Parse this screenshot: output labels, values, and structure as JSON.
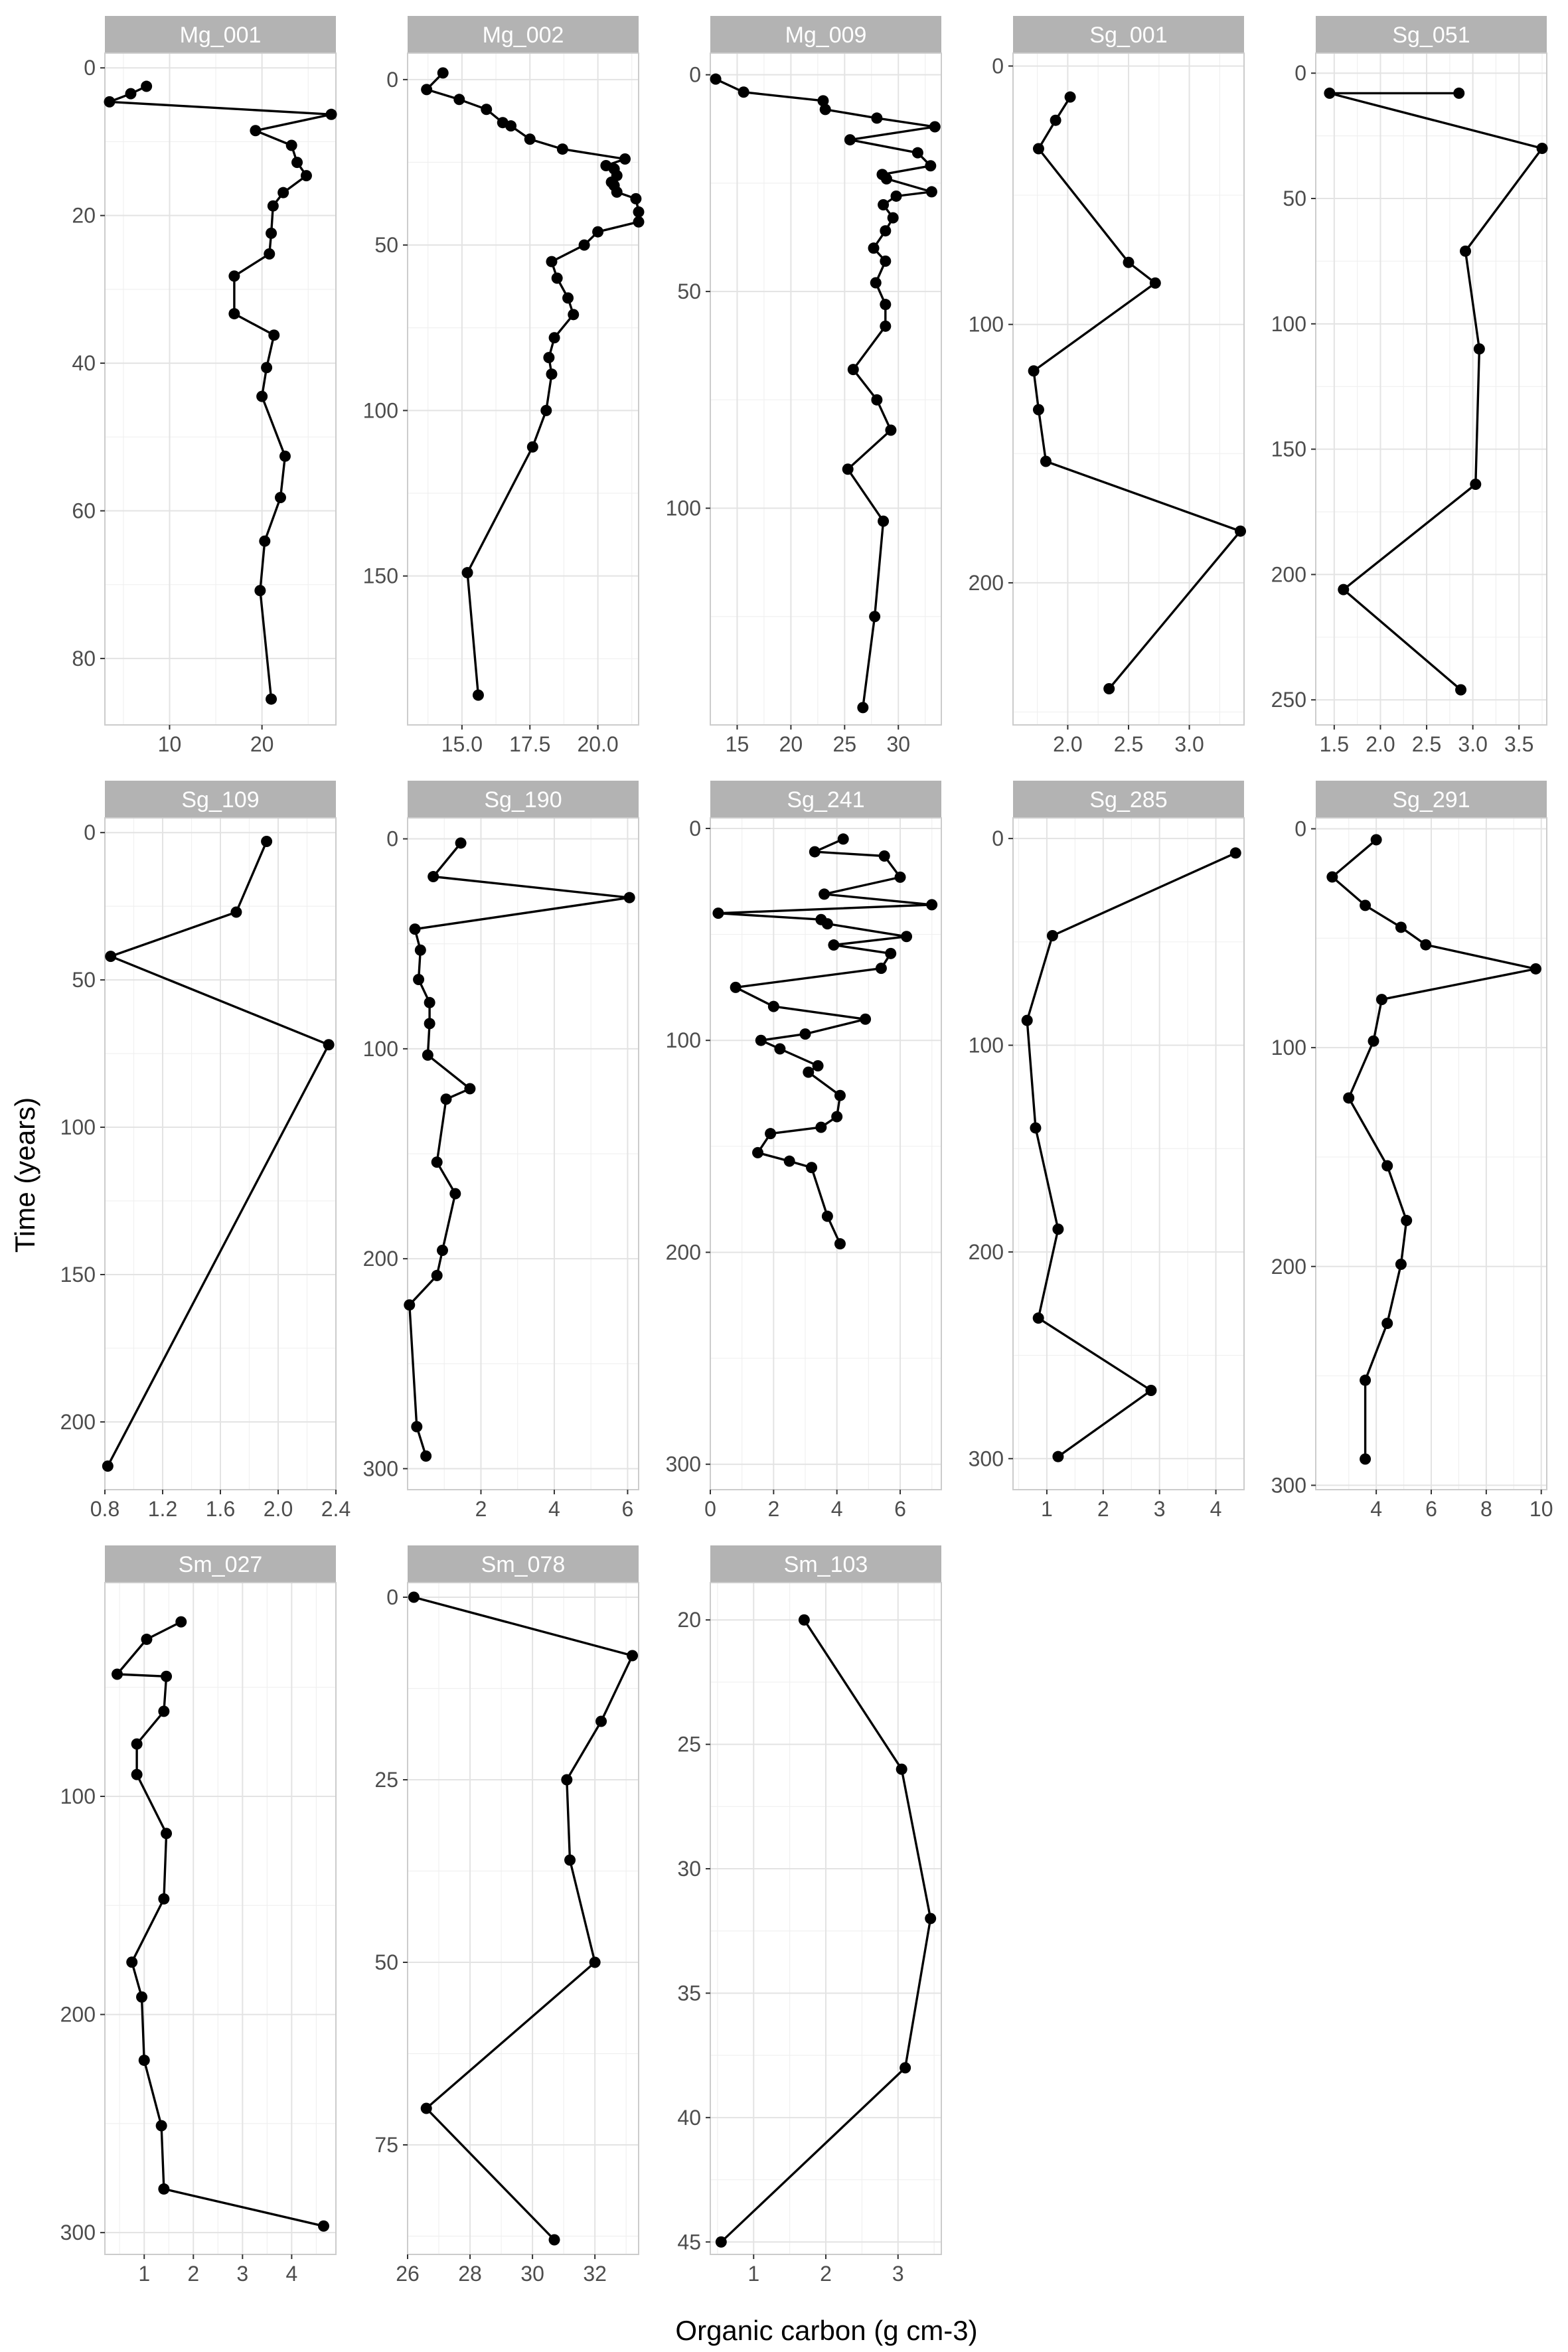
{
  "chart_data": {
    "type": "line",
    "xlabel": "Organic carbon (g cm-3)",
    "ylabel": "Time (years)",
    "y_reversed": true,
    "grid": true,
    "facets": [
      {
        "title": "Mg_001",
        "xlim": [
          3,
          28
        ],
        "ylim": [
          -2,
          89
        ],
        "xticks": [
          10,
          20
        ],
        "yticks": [
          0,
          20,
          40,
          60,
          80
        ],
        "x": [
          7.5,
          5.8,
          3.5,
          27.5,
          19.3,
          23.2,
          23.8,
          24.8,
          22.3,
          21.2,
          21.0,
          20.8,
          17.0,
          17.0,
          21.3,
          20.5,
          20.0,
          22.5,
          22.0,
          20.3,
          19.8,
          21.0
        ],
        "y": [
          2.5,
          3.5,
          4.6,
          6.3,
          8.5,
          10.5,
          12.8,
          14.6,
          16.9,
          18.7,
          22.4,
          25.2,
          28.2,
          33.3,
          36.2,
          40.6,
          44.5,
          52.6,
          58.2,
          64.1,
          70.8,
          85.5
        ]
      },
      {
        "title": "Mg_002",
        "xlim": [
          13,
          21.5
        ],
        "ylim": [
          -8,
          195
        ],
        "xticks": [
          15.0,
          17.5,
          20.0
        ],
        "yticks": [
          0,
          50,
          100,
          150
        ],
        "x": [
          14.3,
          13.7,
          14.9,
          15.9,
          16.5,
          16.8,
          17.5,
          18.7,
          21.0,
          20.3,
          20.6,
          20.7,
          20.5,
          20.6,
          20.7,
          21.4,
          21.5,
          21.5,
          20.0,
          19.5,
          18.3,
          18.5,
          18.9,
          19.1,
          18.4,
          18.2,
          18.3,
          18.1,
          17.6,
          15.2,
          15.6
        ],
        "y": [
          -2,
          3,
          6,
          9,
          13,
          14,
          18,
          21,
          24,
          26,
          27,
          29,
          31,
          32,
          34,
          36,
          40,
          43,
          46,
          50,
          55,
          60,
          66,
          71,
          78,
          84,
          89,
          100,
          111,
          149,
          186
        ]
      },
      {
        "title": "Mg_009",
        "xlim": [
          12.5,
          34
        ],
        "ylim": [
          -5,
          150
        ],
        "xticks": [
          15,
          20,
          25,
          30
        ],
        "yticks": [
          0,
          50,
          100
        ],
        "x": [
          13.0,
          15.6,
          23.0,
          23.2,
          28.0,
          33.4,
          25.5,
          31.8,
          33.0,
          28.5,
          28.9,
          33.1,
          29.8,
          28.6,
          29.5,
          28.8,
          27.7,
          28.8,
          27.9,
          28.8,
          28.8,
          25.8,
          28.0,
          29.3,
          25.3,
          28.6,
          27.8,
          26.7
        ],
        "y": [
          1,
          4,
          6,
          8,
          10,
          12,
          15,
          18,
          21,
          23,
          24,
          27,
          28,
          30,
          33,
          36,
          40,
          43,
          48,
          53,
          58,
          68,
          75,
          82,
          91,
          103,
          125,
          146
        ]
      },
      {
        "title": "Sg_001",
        "xlim": [
          1.55,
          3.45
        ],
        "ylim": [
          -5,
          255
        ],
        "xticks": [
          2.0,
          2.5,
          3.0
        ],
        "yticks": [
          0,
          100,
          200
        ],
        "x": [
          2.02,
          1.9,
          1.76,
          2.5,
          2.72,
          1.72,
          1.76,
          1.82,
          3.42,
          2.34
        ],
        "y": [
          12,
          21,
          32,
          76,
          84,
          118,
          133,
          153,
          180,
          241
        ]
      },
      {
        "title": "Sg_051",
        "xlim": [
          1.3,
          3.8
        ],
        "ylim": [
          -8,
          260
        ],
        "xticks": [
          1.5,
          2.0,
          2.5,
          3.0,
          3.5
        ],
        "yticks": [
          0,
          50,
          100,
          150,
          200,
          250
        ],
        "x": [
          2.85,
          1.45,
          3.75,
          2.92,
          3.07,
          3.03,
          1.6,
          2.87
        ],
        "y": [
          8,
          8,
          30,
          71,
          110,
          164,
          206,
          246
        ]
      },
      {
        "title": "Sg_109",
        "xlim": [
          0.8,
          2.4
        ],
        "ylim": [
          -5,
          223
        ],
        "xticks": [
          0.8,
          1.2,
          1.6,
          2.0,
          2.4
        ],
        "yticks": [
          0,
          50,
          100,
          150,
          200
        ],
        "x": [
          1.92,
          1.71,
          0.84,
          2.35,
          0.82
        ],
        "y": [
          3,
          27,
          42,
          72,
          215
        ]
      },
      {
        "title": "Sg_190",
        "xlim": [
          0,
          6.3
        ],
        "ylim": [
          -10,
          310
        ],
        "xticks": [
          2,
          4,
          6
        ],
        "yticks": [
          0,
          100,
          200,
          300
        ],
        "x": [
          1.45,
          0.7,
          6.05,
          0.2,
          0.35,
          0.3,
          0.6,
          0.6,
          0.55,
          1.7,
          1.05,
          0.8,
          1.3,
          0.95,
          0.8,
          0.05,
          0.25,
          0.5
        ],
        "y": [
          2,
          18,
          28,
          43,
          53,
          67,
          78,
          88,
          103,
          119,
          124,
          154,
          169,
          196,
          208,
          222,
          280,
          294
        ]
      },
      {
        "title": "Sg_241",
        "xlim": [
          0,
          7.3
        ],
        "ylim": [
          -5,
          312
        ],
        "xticks": [
          0,
          2,
          4,
          6
        ],
        "yticks": [
          0,
          100,
          200,
          300
        ],
        "x": [
          4.2,
          3.3,
          5.5,
          6.0,
          3.6,
          7.0,
          0.25,
          3.5,
          3.7,
          6.2,
          3.9,
          5.7,
          5.4,
          0.8,
          2.0,
          4.9,
          3.0,
          1.6,
          2.2,
          3.4,
          3.1,
          4.1,
          4.0,
          3.5,
          1.9,
          1.5,
          2.5,
          3.2,
          3.7,
          4.1
        ],
        "y": [
          5,
          11,
          13,
          23,
          31,
          36,
          40,
          43,
          45,
          51,
          55,
          59,
          66,
          75,
          84,
          90,
          97,
          100,
          104,
          112,
          115,
          126,
          136,
          141,
          144,
          153,
          157,
          160,
          183,
          196
        ]
      },
      {
        "title": "Sg_285",
        "xlim": [
          0.4,
          4.5
        ],
        "ylim": [
          -10,
          315
        ],
        "xticks": [
          1,
          2,
          3,
          4
        ],
        "yticks": [
          0,
          100,
          200,
          300
        ],
        "x": [
          4.35,
          1.1,
          0.65,
          0.8,
          1.2,
          0.85,
          2.85,
          1.2
        ],
        "y": [
          7,
          47,
          88,
          140,
          189,
          232,
          267,
          299
        ]
      },
      {
        "title": "Sg_291",
        "xlim": [
          1.8,
          10.2
        ],
        "ylim": [
          -5,
          302
        ],
        "xticks": [
          4,
          6,
          8,
          10
        ],
        "yticks": [
          0,
          100,
          200,
          300
        ],
        "x": [
          4.0,
          2.4,
          3.6,
          4.9,
          5.8,
          9.8,
          4.2,
          3.9,
          3.0,
          4.4,
          5.1,
          4.9,
          4.4,
          3.6,
          3.6
        ],
        "y": [
          5,
          22,
          35,
          45,
          53,
          64,
          78,
          97,
          123,
          154,
          179,
          199,
          226,
          252,
          288
        ]
      },
      {
        "title": "Sm_027",
        "xlim": [
          0.2,
          4.9
        ],
        "ylim": [
          2,
          310
        ],
        "xticks": [
          1,
          2,
          3,
          4
        ],
        "yticks": [
          100,
          200,
          300
        ],
        "x": [
          1.75,
          1.05,
          0.45,
          1.45,
          1.4,
          0.85,
          0.85,
          1.45,
          1.4,
          0.75,
          0.95,
          1.0,
          1.35,
          1.4,
          4.65
        ],
        "y": [
          20,
          28,
          44,
          45,
          61,
          76,
          90,
          117,
          147,
          176,
          192,
          221,
          251,
          280,
          297
        ]
      },
      {
        "title": "Sm_078",
        "xlim": [
          26,
          33.4
        ],
        "ylim": [
          -2,
          90
        ],
        "xticks": [
          26,
          28,
          30,
          32
        ],
        "yticks": [
          0,
          25,
          50,
          75
        ],
        "x": [
          26.2,
          33.2,
          32.2,
          31.1,
          31.2,
          32.0,
          26.6,
          30.7
        ],
        "y": [
          0,
          8,
          17,
          25,
          36,
          50,
          70,
          88
        ]
      },
      {
        "title": "Sm_103",
        "xlim": [
          0.4,
          3.6
        ],
        "ylim": [
          18.5,
          45.5
        ],
        "xticks": [
          1,
          2,
          3
        ],
        "yticks": [
          20,
          25,
          30,
          35,
          40,
          45
        ],
        "x": [
          1.7,
          3.05,
          3.45,
          3.1,
          0.55
        ],
        "y": [
          20.0,
          26.0,
          32.0,
          38.0,
          45.0
        ]
      }
    ]
  }
}
